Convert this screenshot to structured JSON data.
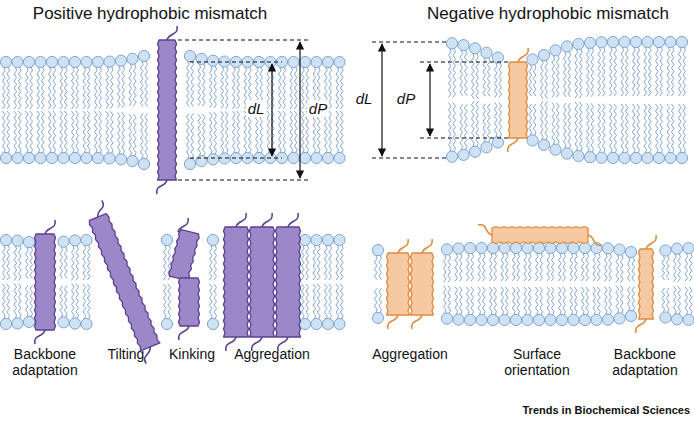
{
  "diagram": {
    "labels": [
      "Positive hydrophobic mismatch",
      "Negative hydrophobic mismatch",
      "dL",
      "dP",
      "dL",
      "dP",
      "Backbone adaptation",
      "Tilting",
      "Kinking",
      "Aggregation",
      "Aggregation",
      "Surface orientation",
      "Backbone adaptation",
      "Trends in Biochemical Sciences"
    ]
  }
}
